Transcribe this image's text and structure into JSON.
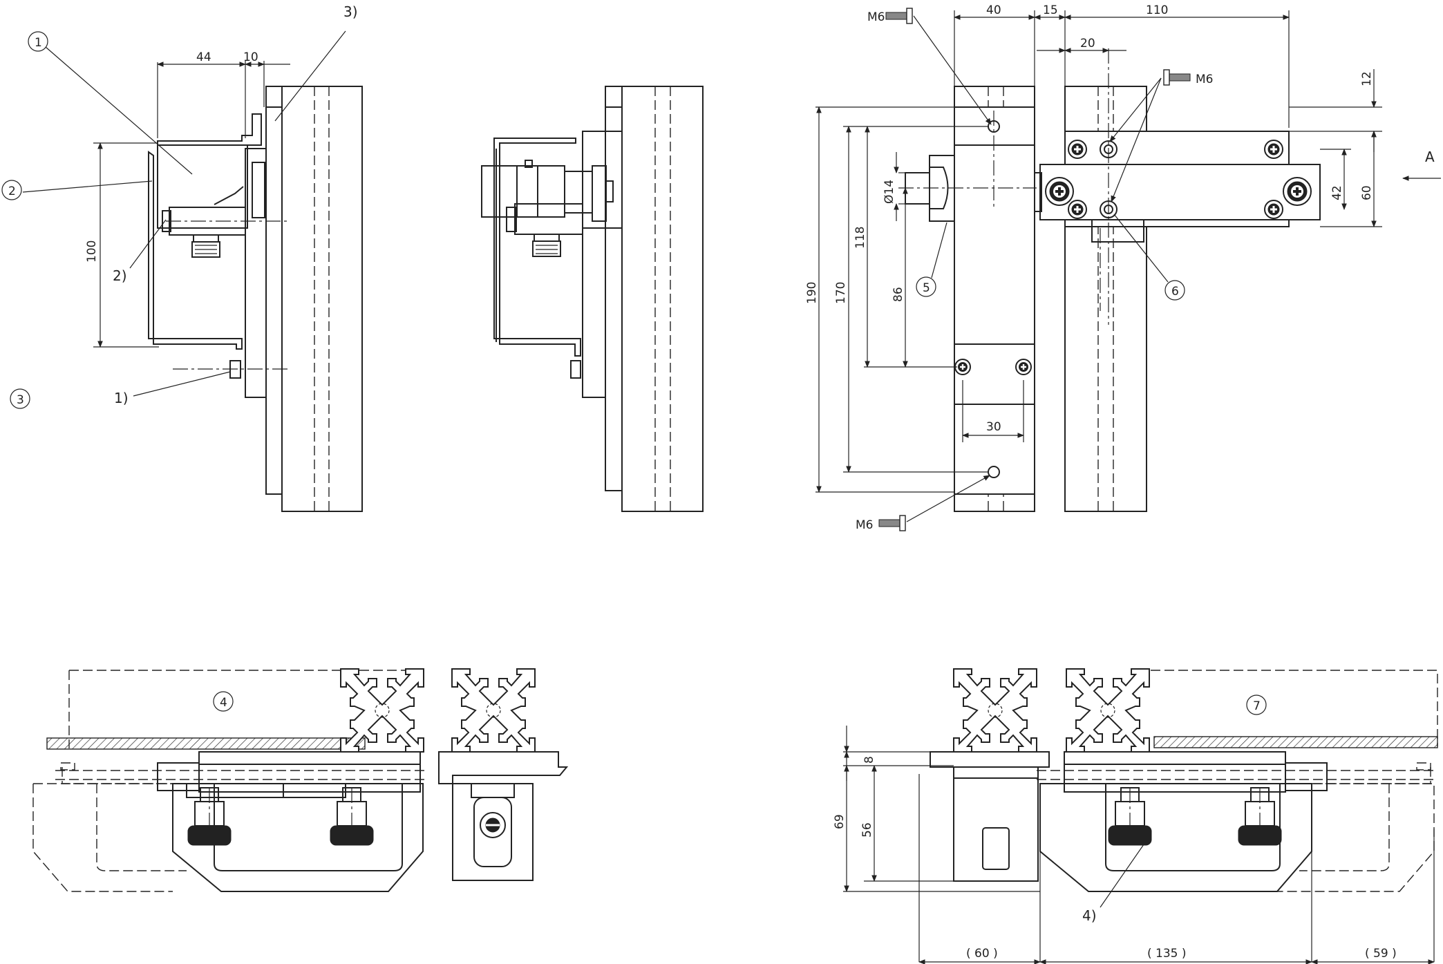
{
  "dimensions": {
    "d44": "44",
    "d10": "10",
    "d100": "100",
    "d40": "40",
    "d15": "15",
    "d110": "110",
    "d20": "20",
    "d12": "12",
    "d60v": "60",
    "d42": "42",
    "d190": "190",
    "d170": "170",
    "d118": "118",
    "d86": "86",
    "d14": "Ø14",
    "d30": "30",
    "d8": "8",
    "d69": "69",
    "d56": "56",
    "d60b": "( 60 )",
    "d135": "( 135 )",
    "d59": "( 59 )"
  },
  "labels": {
    "n1": "1",
    "n2": "2",
    "n3": "3",
    "n4": "4",
    "n5": "5",
    "n6": "6",
    "n7": "7",
    "r1": "1)",
    "r2": "2)",
    "r3": "3)",
    "r4": "4)",
    "m6a": "M6",
    "m6b": "M6",
    "m6c": "M6",
    "viewA": "A"
  }
}
